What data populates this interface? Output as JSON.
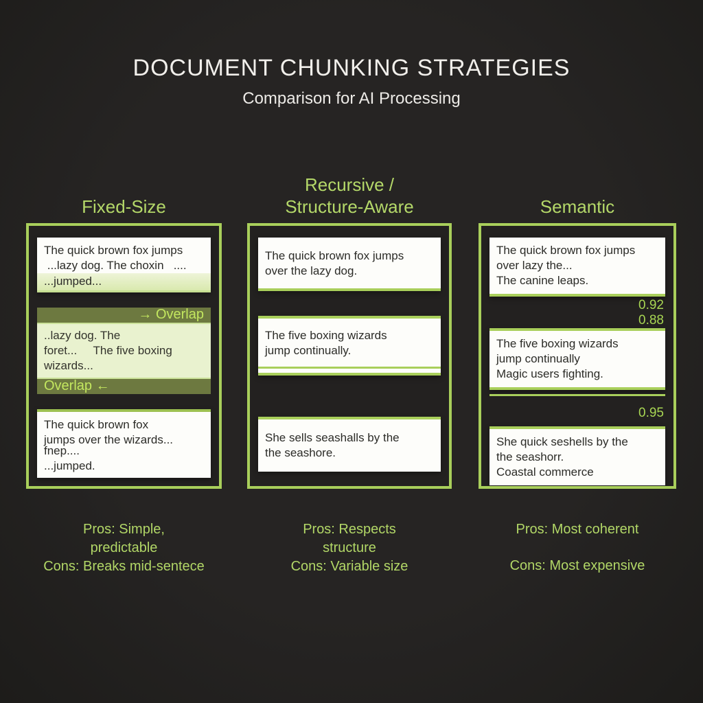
{
  "title": "DOCUMENT CHUNKING STRATEGIES",
  "subtitle": "Comparison for AI Processing",
  "accent_color": "#a9cf5b",
  "columns": {
    "fixed": {
      "title": "Fixed-Size",
      "chunk1": {
        "line1": "The quick brown fox jumps",
        "line2": " ...lazy dog. The choxin   ....",
        "line3": "...jumped..."
      },
      "overlap_top": {
        "arrow": "→",
        "label": "Overlap"
      },
      "chunk2": {
        "line1": "..lazy dog. The",
        "line2": "foret...     The five boxing",
        "line3": "wizards..."
      },
      "overlap_bottom": {
        "label": "Overlap",
        "arrow": "←"
      },
      "chunk3": {
        "line1": "The quick brown fox",
        "line2": "jumps over the wizards...",
        "line3": "fnep....",
        "line4": "...jumped."
      },
      "pros_line1": "Pros: Simple,",
      "pros_line2": "predictable",
      "cons": "Cons: Breaks mid-sentece"
    },
    "recursive": {
      "title_line1": "Recursive /",
      "title_line2": "Structure-Aware",
      "chunk1": {
        "line1": "The quick brown fox jumps",
        "line2": "over the lazy dog."
      },
      "chunk2": {
        "line1": "The five boxing wizards",
        "line2": "jump continually."
      },
      "chunk3": {
        "line1": "She sells seashalls by the",
        "line2": "the seashore."
      },
      "pros_line1": "Pros: Respects",
      "pros_line2": "structure",
      "cons": "Cons: Variable size"
    },
    "semantic": {
      "title": "Semantic",
      "chunk1": {
        "line1": "The quick brown fox jumps",
        "line2": "over lazy the...",
        "line3": "The canine leaps."
      },
      "score1": "0.92",
      "score2": "0.88",
      "chunk2": {
        "line1": "The five boxing wizards",
        "line2": "jump continually",
        "line3": "Magic users fighting."
      },
      "score3": "0.95",
      "chunk3": {
        "line1": "She quick seshells by the",
        "line2": "the seashorr.",
        "line3": "Coastal commerce"
      },
      "pros": "Pros: Most coherent",
      "cons": "Cons: Most expensive"
    }
  }
}
